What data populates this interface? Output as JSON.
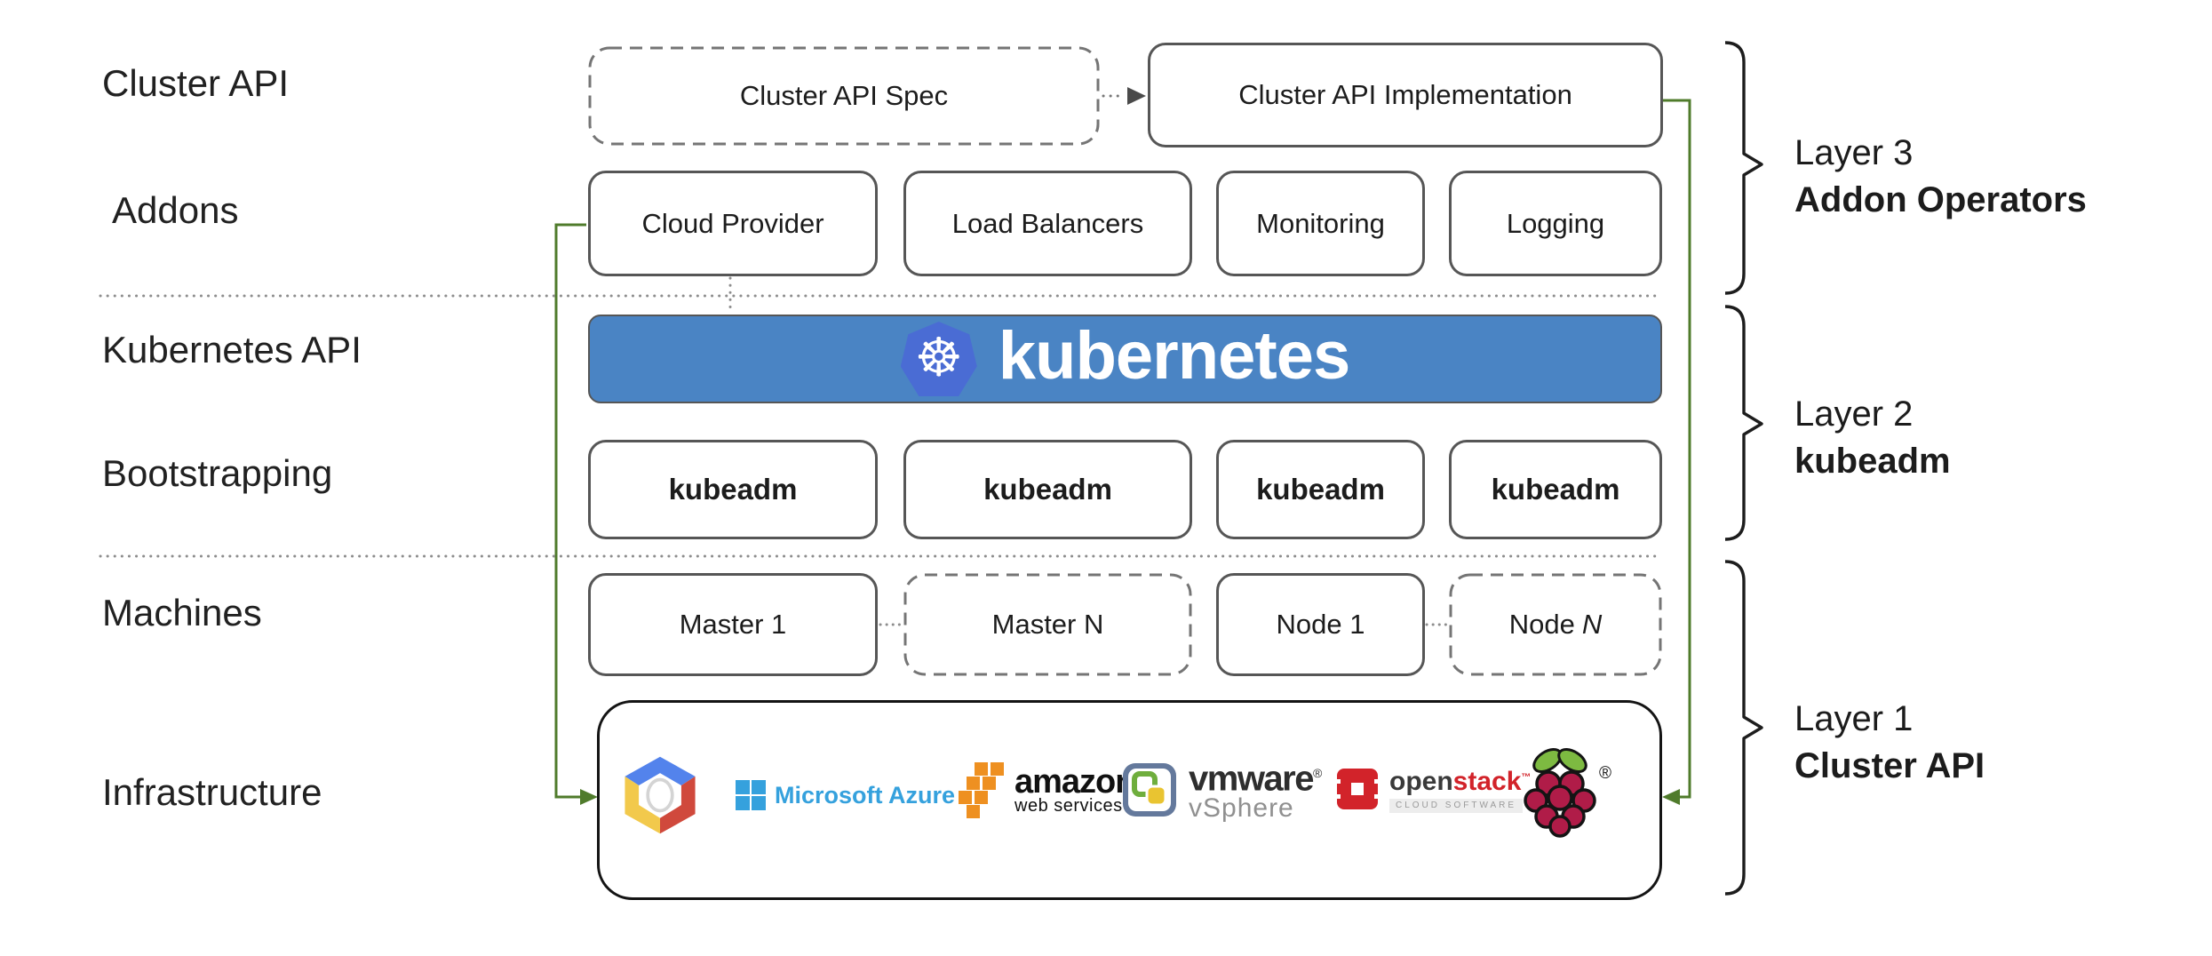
{
  "diagram": {
    "row_labels": [
      "Cluster API",
      "Addons",
      "Kubernetes API",
      "Bootstrapping",
      "Machines",
      "Infrastructure"
    ],
    "top_row": {
      "spec": "Cluster API Spec",
      "implementation": "Cluster API Implementation"
    },
    "addons": [
      "Cloud Provider",
      "Load Balancers",
      "Monitoring",
      "Logging"
    ],
    "banner": {
      "text": "kubernetes",
      "logo_glyph": "☸"
    },
    "bootstrapping": [
      "kubeadm",
      "kubeadm",
      "kubeadm",
      "kubeadm"
    ],
    "machines": [
      {
        "text": "Master 1",
        "suffix": ""
      },
      {
        "text": "Master N",
        "suffix": ""
      },
      {
        "text": "Node 1",
        "suffix": ""
      },
      {
        "text": "Node",
        "suffix": "N"
      }
    ],
    "layers": [
      {
        "line1": "Layer 3",
        "line2": "Addon Operators"
      },
      {
        "line1": "Layer 2",
        "line2": "kubeadm"
      },
      {
        "line1": "Layer 1",
        "line2": "Cluster API"
      }
    ],
    "infrastructure": {
      "azure_text": "Microsoft Azure",
      "aws_text_line1": "amazon",
      "aws_text_line2": "web services",
      "vmware_text_line1": "vmware",
      "vmware_reg": "®",
      "vmware_text_line2": "vSphere",
      "openstack_text_part1": "open",
      "openstack_text_part2": "stack",
      "openstack_tm": "™",
      "openstack_subtext": "CLOUD SOFTWARE",
      "raspberry_reg": "®"
    },
    "colors": {
      "banner_blue": "#4a84c4",
      "k8s_heptagon_blue": "#4a6cd4",
      "connector_green": "#4f7b2b",
      "box_border_gray": "#565656",
      "azure_blue": "#35a1dd",
      "aws_orange": "#ee9021",
      "openstack_red": "#d2232a",
      "raspberry_red": "#b01c48",
      "raspberry_leaf_green": "#7dba41",
      "gcp_blue": "#5383ec",
      "gcp_red": "#d0493c",
      "gcp_yellow": "#f2c94c"
    }
  }
}
